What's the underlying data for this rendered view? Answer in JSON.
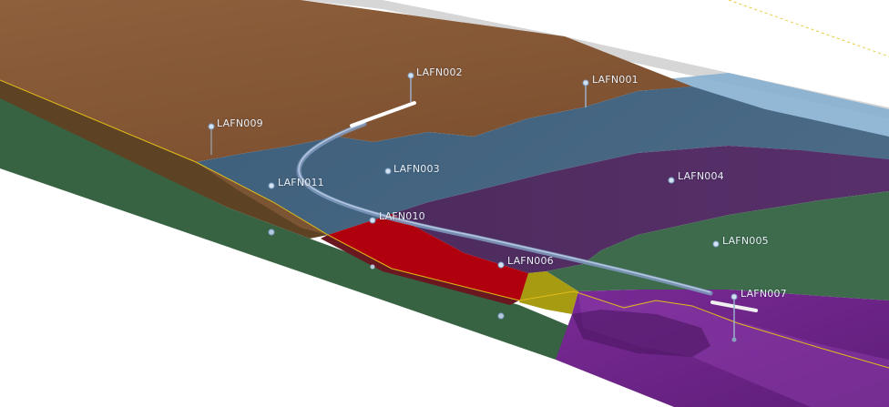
{
  "viewer": {
    "background": "#ffffff"
  },
  "colors": {
    "brown_layer": "#8a5a36",
    "blue_layer": "#3f607a",
    "purple_layer": "#512e62",
    "magenta_layer": "#6e2588",
    "green_layer": "#3b6a44",
    "red_zone": "#b3000e",
    "yellow_zone": "#a59a10",
    "light_blue_layer": "#7aaad0",
    "well_trajectory": "#7f9bc0",
    "horizon_line": "#e2bc18"
  },
  "wells": [
    {
      "id": "w1",
      "name": "LAFN001"
    },
    {
      "id": "w2",
      "name": "LAFN002"
    },
    {
      "id": "w3",
      "name": "LAFN003"
    },
    {
      "id": "w4",
      "name": "LAFN004"
    },
    {
      "id": "w5",
      "name": "LAFN005"
    },
    {
      "id": "w6",
      "name": "LAFN006"
    },
    {
      "id": "w7",
      "name": "LAFN007"
    },
    {
      "id": "w9",
      "name": "LAFN009"
    },
    {
      "id": "w10",
      "name": "LAFN010"
    },
    {
      "id": "w11",
      "name": "LAFN011"
    }
  ]
}
